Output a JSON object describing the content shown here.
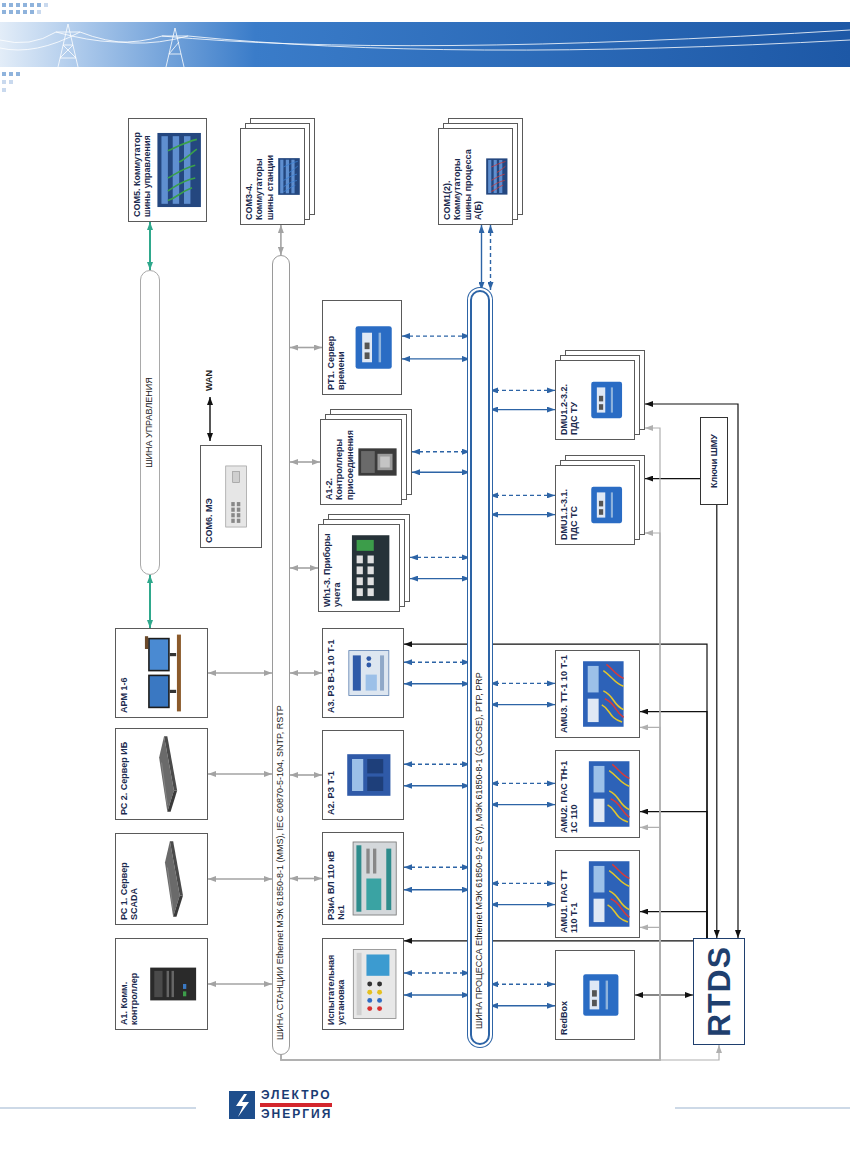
{
  "diagram": {
    "nodes": [
      {
        "text": [
          "А1. Комм. контроллер"
        ]
      },
      {
        "text": [
          "РС 1. Сервер SCADA"
        ]
      },
      {
        "text": [
          "РС 2. Сервер ИБ"
        ]
      },
      {
        "text": [
          "АРМ 1-6"
        ]
      },
      {
        "text": [
          "ШИНА УПРАВЛЕНИЯ"
        ]
      },
      {
        "text": [
          "COM6. МЭ"
        ]
      },
      {
        "text": [
          "COM5. Коммутатор шины управления"
        ]
      },
      {
        "text": [
          "ШИНА СТАНЦИИ Ethernet МЭК 61850-8-1 (MMS), IEC 60870-5-104, SNTP, RSTP"
        ]
      },
      {
        "text": [
          "COM3-4. Коммутаторы шины станции"
        ]
      },
      {
        "text": [
          "Испытательная установка"
        ]
      },
      {
        "text": [
          "РЗиА ВЛ 110 кВ №1"
        ]
      },
      {
        "text": [
          "А2. РЗ Т-1"
        ]
      },
      {
        "text": [
          "А3. РЗ В-1 10 Т-1"
        ]
      },
      {
        "text": [
          "Wh1-3. Приборы учета"
        ]
      },
      {
        "text": [
          "А1-2. Контроллеры присоединения"
        ]
      },
      {
        "text": [
          "РТ1. Сервер времени"
        ]
      },
      {
        "text": [
          "ШИНА ПРОЦЕССА Ethernet МЭК 61850-9-2 (SV), МЭК 61850-8-1 (GOOSE), PTP, PRP"
        ]
      },
      {
        "text": [
          "COM1(2). Коммутаторы шины процесса А(Б)"
        ]
      },
      {
        "text": [
          "RedBox"
        ]
      },
      {
        "text": [
          "AMU1. ПАС ТТ 110 Т-1"
        ]
      },
      {
        "text": [
          "AMU2. ПАС ТН-1 1С 110"
        ]
      },
      {
        "text": [
          "AMU3. ТТ-1 10 Т-1"
        ]
      },
      {
        "text": [
          "DMU1.1-3.1. ПДС ТС"
        ]
      },
      {
        "text": [
          "DMU1.2-3.2. ПДС ТУ"
        ]
      },
      {
        "text": [
          "Ключи ШМУ"
        ]
      },
      {
        "text": [
          "RTDS"
        ]
      }
    ],
    "edges": [
      {
        "from": 3,
        "to": 4,
        "arrow": "both"
      },
      {
        "from": 4,
        "to": 6,
        "arrow": "both"
      },
      {
        "from": 0,
        "to": 7,
        "arrow": "both"
      },
      {
        "from": 1,
        "to": 7,
        "arrow": "both"
      },
      {
        "from": 2,
        "to": 7,
        "arrow": "both"
      },
      {
        "from": 3,
        "to": 7,
        "arrow": "both"
      },
      {
        "from": 10,
        "to": 7,
        "arrow": "both"
      },
      {
        "from": 11,
        "to": 7,
        "arrow": "both"
      },
      {
        "from": 12,
        "to": 7,
        "arrow": "both"
      },
      {
        "from": 13,
        "to": 7,
        "arrow": "both"
      },
      {
        "from": 14,
        "to": 7,
        "arrow": "both"
      },
      {
        "from": 15,
        "to": 7,
        "arrow": "both"
      },
      {
        "from": 8,
        "to": 7,
        "arrow": "both"
      },
      {
        "from": 9,
        "to": 16,
        "arrow": "both"
      },
      {
        "from": 9,
        "to": 16,
        "arrow": "both"
      },
      {
        "from": 10,
        "to": 16,
        "arrow": "both"
      },
      {
        "from": 10,
        "to": 16,
        "arrow": "both"
      },
      {
        "from": 11,
        "to": 16,
        "arrow": "both"
      },
      {
        "from": 11,
        "to": 16,
        "arrow": "both"
      },
      {
        "from": 12,
        "to": 16,
        "arrow": "both"
      },
      {
        "from": 12,
        "to": 16,
        "arrow": "both"
      },
      {
        "from": 13,
        "to": 16,
        "arrow": "both"
      },
      {
        "from": 13,
        "to": 16,
        "arrow": "both"
      },
      {
        "from": 14,
        "to": 16,
        "arrow": "both"
      },
      {
        "from": 14,
        "to": 16,
        "arrow": "both"
      },
      {
        "from": 15,
        "to": 16,
        "arrow": "both"
      },
      {
        "from": 15,
        "to": 16,
        "arrow": "both"
      },
      {
        "from": 17,
        "to": 16,
        "arrow": "both"
      },
      {
        "from": 17,
        "to": 16,
        "arrow": "both"
      },
      {
        "from": 18,
        "to": 16,
        "arrow": "both"
      },
      {
        "from": 18,
        "to": 16,
        "arrow": "both"
      },
      {
        "from": 19,
        "to": 16,
        "arrow": "both"
      },
      {
        "from": 19,
        "to": 16,
        "arrow": "both"
      },
      {
        "from": 20,
        "to": 16,
        "arrow": "both"
      },
      {
        "from": 20,
        "to": 16,
        "arrow": "both"
      },
      {
        "from": 21,
        "to": 16,
        "arrow": "both"
      },
      {
        "from": 21,
        "to": 16,
        "arrow": "both"
      },
      {
        "from": 22,
        "to": 16,
        "arrow": "both"
      },
      {
        "from": 22,
        "to": 16,
        "arrow": "both"
      },
      {
        "from": 23,
        "to": 16,
        "arrow": "both"
      },
      {
        "from": 23,
        "to": 16,
        "arrow": "both"
      },
      {
        "from": 18,
        "to": 25,
        "arrow": "both"
      },
      {
        "from": 25,
        "to": 9,
        "arrow": "to"
      },
      {
        "from": 25,
        "to": 12,
        "arrow": "to"
      },
      {
        "from": 25,
        "to": 19,
        "arrow": "to"
      },
      {
        "from": 25,
        "to": 20,
        "arrow": "to"
      },
      {
        "from": 25,
        "to": 21,
        "arrow": "to"
      },
      {
        "from": 24,
        "to": 25,
        "arrow": "to"
      },
      {
        "from": 24,
        "to": 22,
        "arrow": "to"
      },
      {
        "from": 25,
        "to": 23,
        "arrow": "both"
      },
      {
        "from": 7,
        "to": 19,
        "arrow": "to"
      },
      {
        "from": 7,
        "to": 20,
        "arrow": "to"
      },
      {
        "from": 7,
        "to": 21,
        "arrow": "to"
      },
      {
        "from": 7,
        "to": 22,
        "arrow": "to"
      },
      {
        "from": 7,
        "to": 23,
        "arrow": "to"
      },
      {
        "from": 7,
        "to": 25,
        "arrow": "to"
      }
    ],
    "labels": [
      "WAN",
      "ЭЛЕКТРО",
      "ЭНЕРГИЯ"
    ]
  }
}
